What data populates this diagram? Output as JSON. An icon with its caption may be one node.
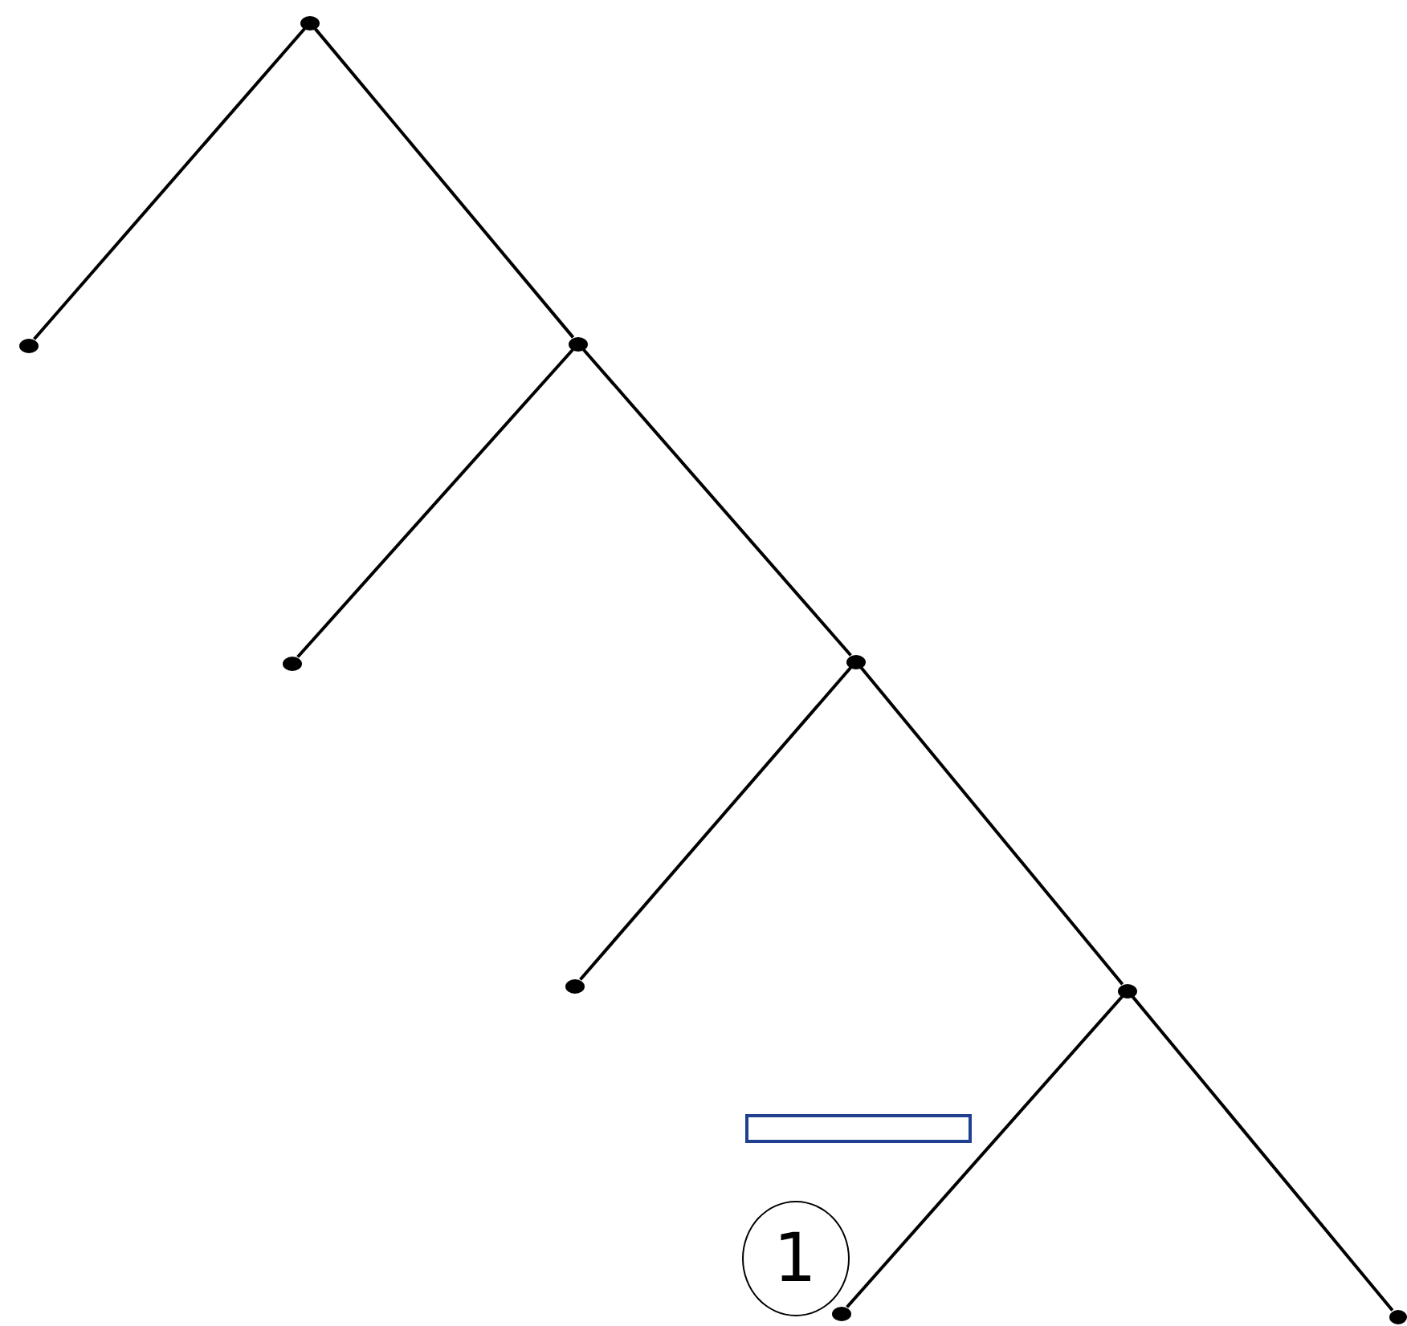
{
  "diagram": {
    "nodes": [
      {
        "text": [],
        "shape": "circle"
      },
      {
        "text": [],
        "shape": "circle"
      },
      {
        "text": [],
        "shape": "circle"
      },
      {
        "text": [],
        "shape": "circle"
      },
      {
        "text": [],
        "shape": "circle"
      },
      {
        "text": [],
        "shape": "circle"
      },
      {
        "text": [],
        "shape": "circle"
      },
      {
        "text": [],
        "shape": "box"
      },
      {
        "text": [
          "1"
        ]
      },
      {
        "text": [],
        "shape": "circle"
      },
      {
        "text": [],
        "shape": "circle"
      }
    ],
    "edges": [
      {
        "from": 0,
        "to": 1,
        "arrow": "none"
      },
      {
        "from": 0,
        "to": 2,
        "arrow": "none"
      },
      {
        "from": 2,
        "to": 3,
        "arrow": "none"
      },
      {
        "from": 2,
        "to": 4,
        "arrow": "none"
      },
      {
        "from": 4,
        "to": 5,
        "arrow": "none"
      },
      {
        "from": 4,
        "to": 6,
        "arrow": "none"
      },
      {
        "from": 6,
        "to": 9,
        "arrow": "none"
      },
      {
        "from": 6,
        "to": 10,
        "arrow": "none"
      }
    ]
  }
}
